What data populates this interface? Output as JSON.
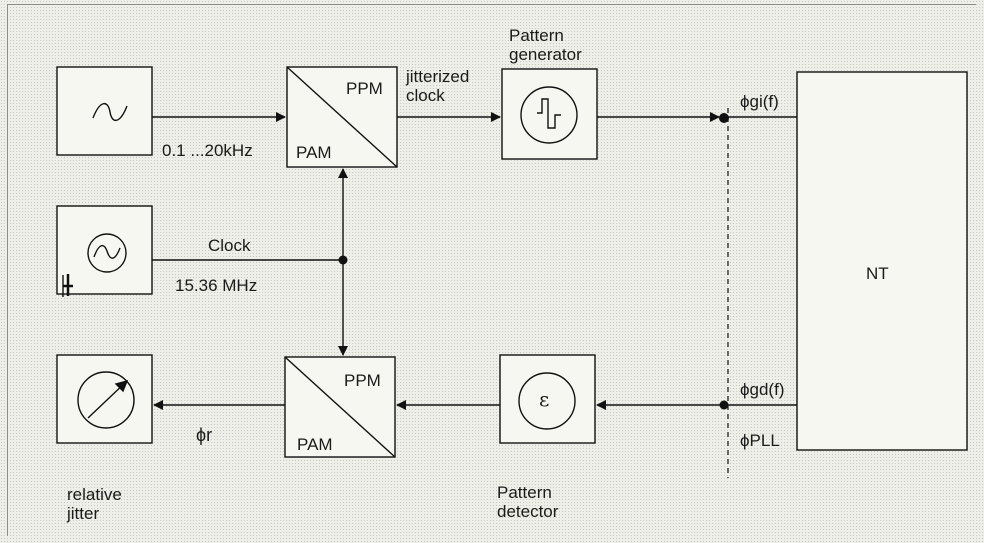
{
  "diagram": {
    "oscillator_freq": "0.1 ...20kHz",
    "clock_label": "Clock",
    "clock_freq": "15.36 MHz",
    "modulator_top": {
      "ppm": "PPM",
      "pam": "PAM"
    },
    "modulator_bottom": {
      "ppm": "PPM",
      "pam": "PAM"
    },
    "jitterized_clock": [
      "jitterized",
      "clock"
    ],
    "pattern_generator": [
      "Pattern",
      "generator"
    ],
    "pattern_detector": [
      "Pattern",
      "detector"
    ],
    "detector_symbol": "ε",
    "relative_jitter": [
      "relative",
      "jitter"
    ],
    "phi_r": "ϕr",
    "phi_gi": "ϕgi(f)",
    "phi_gd": "ϕgd(f)",
    "phi_pll": "ϕPLL",
    "nt": "NT"
  }
}
